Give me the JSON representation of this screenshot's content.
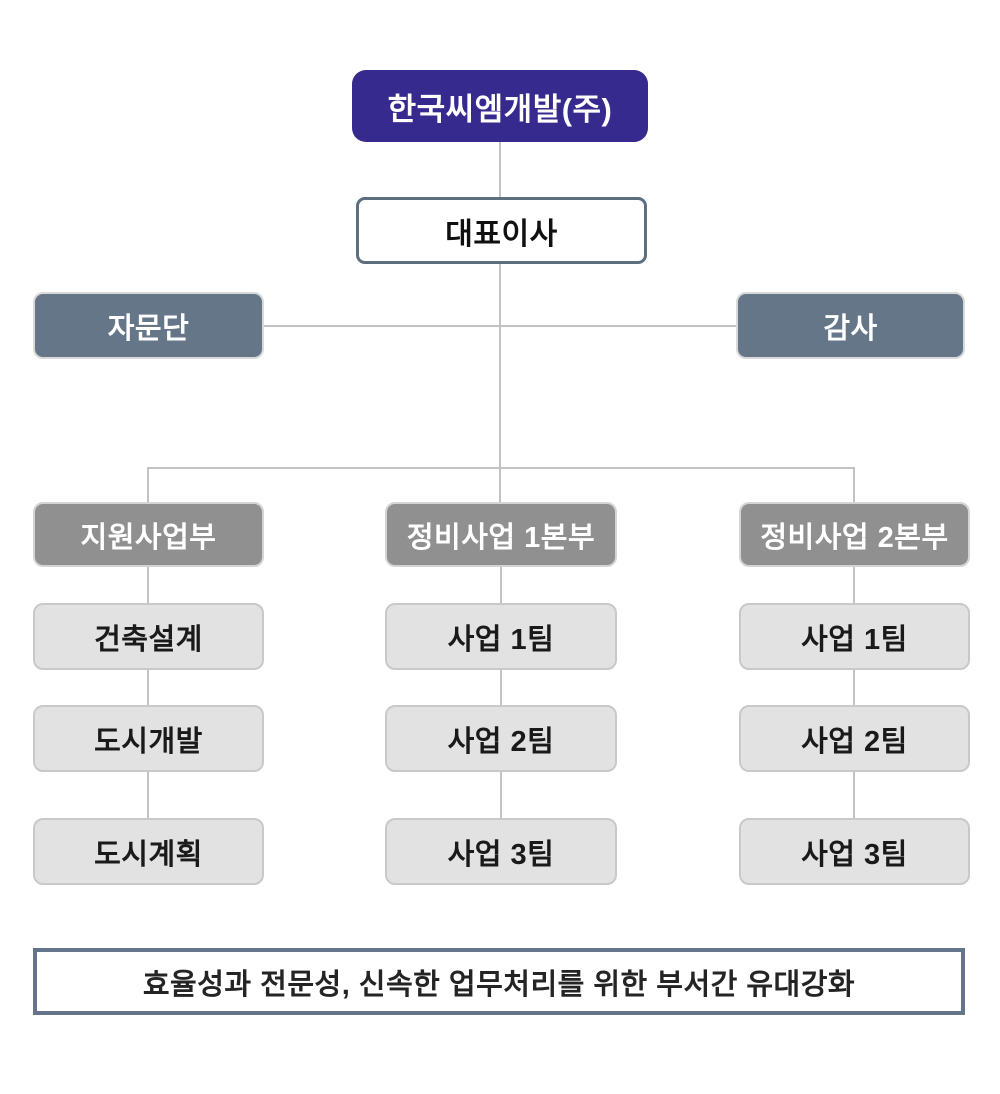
{
  "org": {
    "company": {
      "label": "한국씨엠개발(주)"
    },
    "ceo": {
      "label": "대표이사"
    },
    "staff": {
      "advisory": {
        "label": "자문단"
      },
      "auditor": {
        "label": "감사"
      }
    },
    "divisions": [
      {
        "label": "지원사업부",
        "teams": [
          "건축설계",
          "도시개발",
          "도시계획"
        ]
      },
      {
        "label": "정비사업 1본부",
        "teams": [
          "사업 1팀",
          "사업 2팀",
          "사업 3팀"
        ]
      },
      {
        "label": "정비사업 2본부",
        "teams": [
          "사업 1팀",
          "사업 2팀",
          "사업 3팀"
        ]
      }
    ],
    "footer": {
      "label": "효율성과 전문성, 신속한 업무처리를 위한 부서간 유대강화"
    },
    "colors": {
      "company_bg": "#372a8e",
      "staff_bg": "#647687",
      "division_bg": "#909090",
      "team_bg": "#e2e2e2",
      "ceo_border": "#5d6e7e",
      "footer_border": "#64748b",
      "connector": "#c3c3c3"
    }
  }
}
